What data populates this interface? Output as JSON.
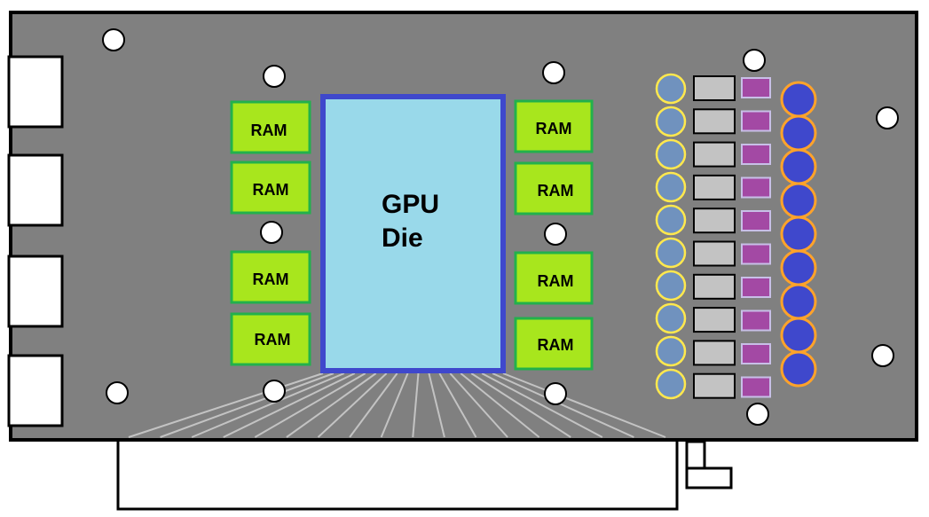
{
  "board": {
    "colors": {
      "pcb": "#808080",
      "outline": "#000000",
      "hole": "#ffffff",
      "ram_fill": "#a8e61d",
      "ram_border": "#22b14c",
      "die_fill": "#99d9ea",
      "die_border": "#3f48cc",
      "trace": "#c3c3c3",
      "cap_small_fill": "#7092be",
      "cap_small_ring": "#ffe84d",
      "choke_fill": "#c3c3c3",
      "mosfet_fill": "#a349a4",
      "mosfet_border": "#c8bfe7",
      "cap_large_fill": "#3f48cc",
      "cap_large_ring": "#ffa32a"
    },
    "gpu_die": {
      "line1": "GPU",
      "line2": "Die"
    },
    "ram_chips": [
      {
        "label": "RAM"
      },
      {
        "label": "RAM"
      },
      {
        "label": "RAM"
      },
      {
        "label": "RAM"
      },
      {
        "label": "RAM"
      },
      {
        "label": "RAM"
      },
      {
        "label": "RAM"
      },
      {
        "label": "RAM"
      }
    ],
    "vrm": {
      "small_capacitors": 10,
      "chokes": 10,
      "mosfets": 10,
      "large_capacitors": 9
    },
    "io_ports": 4,
    "pcie_traces": 18
  }
}
